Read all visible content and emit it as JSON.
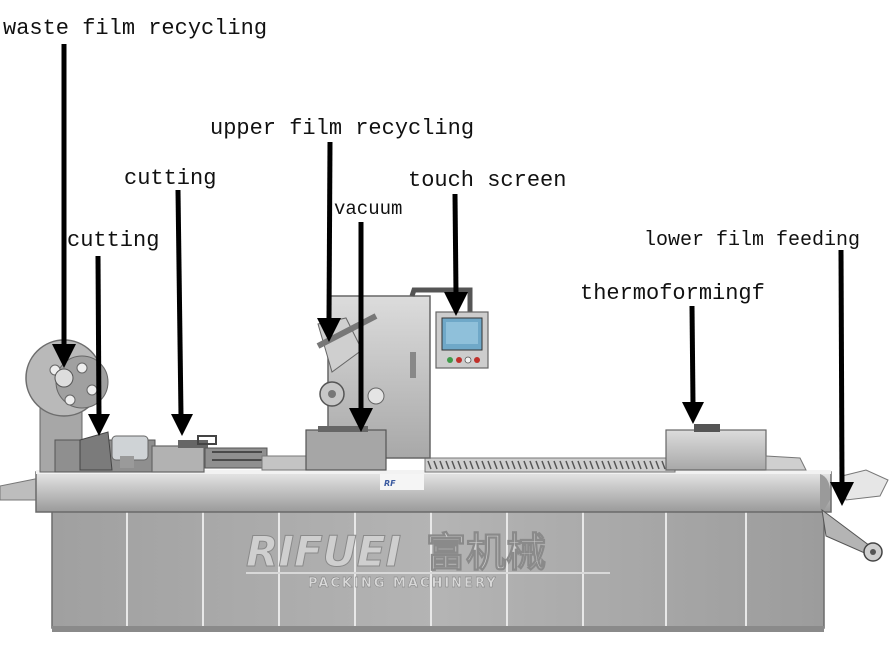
{
  "labels": {
    "waste_film_recycling": "waste film recycling",
    "upper_film_recycling": "upper film recycling",
    "cutting_1": "cutting",
    "cutting_2": "cutting",
    "touch_screen": "touch screen",
    "vacuum": "vacuum",
    "lower_film_feeding": "lower film feeding",
    "thermoforming": "thermoformingf"
  },
  "branding": {
    "logo_text": "RIFUEI",
    "logo_chinese": "富机械",
    "tagline": "PACKING MACHINERY",
    "plate_text": "RF"
  },
  "colors": {
    "arrow": "#000000",
    "steel_light": "#c9c9c9",
    "steel_mid": "#a9a9a9",
    "steel_dark": "#7d7d7d",
    "screen": "#6fa8c8",
    "button_red": "#c0302a",
    "button_green": "#3f9a4a"
  }
}
